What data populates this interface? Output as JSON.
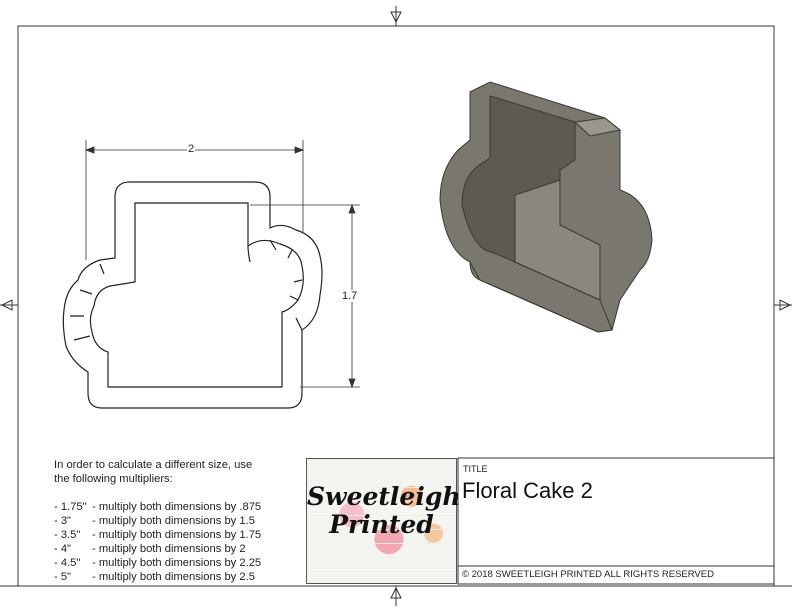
{
  "dimensions": {
    "width": "2",
    "height": "1.7"
  },
  "notes": {
    "intro": "In order to calculate a different size, use the following multipliers:",
    "intro_line1": "In order to calculate a different size, use",
    "intro_line2": "the following multipliers:",
    "rows": [
      {
        "size": "- 1.75\"",
        "text": "- multiply both dimensions by .875"
      },
      {
        "size": "- 3\"",
        "text": "- multiply both dimensions by 1.5"
      },
      {
        "size": "- 3.5\"",
        "text": "- multiply both dimensions by 1.75"
      },
      {
        "size": "- 4\"",
        "text": "- multiply both dimensions by 2"
      },
      {
        "size": "- 4.5\"",
        "text": "- multiply both dimensions by 2.25"
      },
      {
        "size": "- 5\"",
        "text": "- multiply both dimensions by 2.5"
      }
    ]
  },
  "logo": {
    "line1": "Sweetleigh",
    "line2": "Printed"
  },
  "title_block": {
    "label": "TITLE",
    "title": "Floral Cake 2",
    "copyright": "© 2018  SWEETLEIGH PRINTED  ALL RIGHTS RESERVED"
  },
  "colors": {
    "model": "#6e6b63",
    "line": "#222222"
  }
}
